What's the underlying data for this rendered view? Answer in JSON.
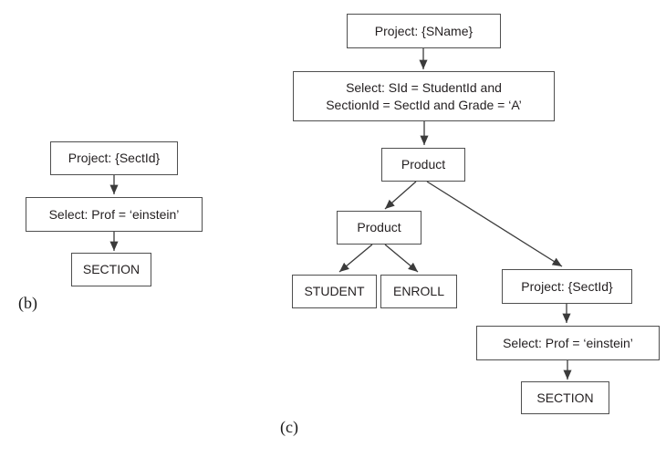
{
  "figure": {
    "label_b": "(b)",
    "label_c": "(c)"
  },
  "diagram_b": {
    "description": "query tree b",
    "nodes": {
      "project_sectid": {
        "label": "Project: {SectId}"
      },
      "select_prof": {
        "label": "Select: Prof = ‘einstein’"
      },
      "section": {
        "label": "SECTION"
      }
    }
  },
  "diagram_c": {
    "description": "query tree c",
    "nodes": {
      "project_sname": {
        "label": "Project: {SName}"
      },
      "select_join": {
        "label": "Select: SId = StudentId and\nSectionId = SectId and Grade = ‘A’"
      },
      "product_top": {
        "label": "Product"
      },
      "product_left": {
        "label": "Product"
      },
      "student": {
        "label": "STUDENT"
      },
      "enroll": {
        "label": "ENROLL"
      },
      "project_sectid": {
        "label": "Project: {SectId}"
      },
      "select_prof": {
        "label": "Select: Prof = ‘einstein’"
      },
      "section": {
        "label": "SECTION"
      }
    }
  },
  "colors": {
    "background": "#ffffff",
    "box_border": "#4f4f4f",
    "text": "#231f20",
    "arrow": "#3b3b3b"
  }
}
